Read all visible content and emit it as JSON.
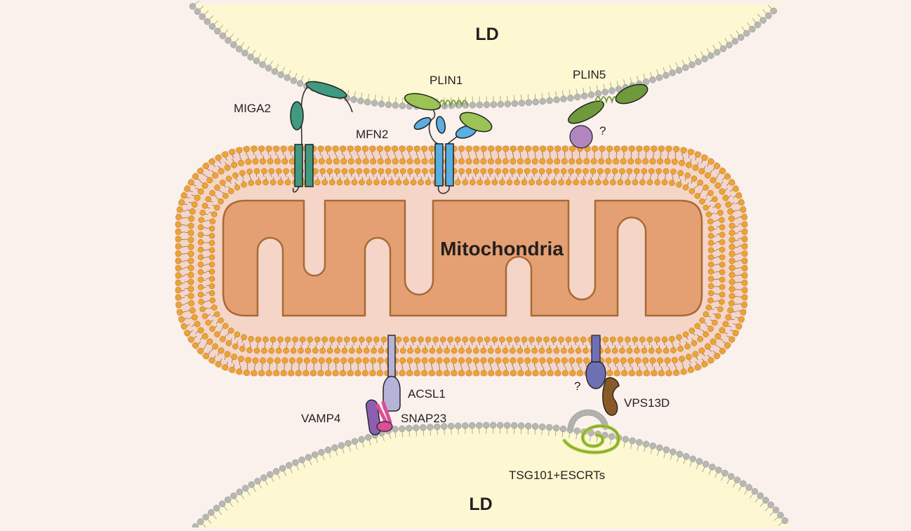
{
  "labels": {
    "ld_top": "LD",
    "ld_bottom": "LD",
    "mitochondria": "Mitochondria",
    "miga2": "MIGA2",
    "mfn2": "MFN2",
    "plin1": "PLIN1",
    "plin5": "PLIN5",
    "plin5_unknown": "?",
    "acsl1": "ACSL1",
    "vamp4": "VAMP4",
    "snap23": "SNAP23",
    "vps13d": "VPS13D",
    "vps13d_unknown": "?",
    "escrt": "TSG101+ESCRTs"
  },
  "colors": {
    "background": "#fbf1ec",
    "lipid_droplet": "#fdf7d2",
    "ld_headgroup": "#b7b7b3",
    "mito_headgroup": "#eea334",
    "intermembrane": "#f5d5c8",
    "matrix": "#e4a072",
    "matrix_outline": "#a86a35",
    "miga2": "#3f9a80",
    "mfn2": "#5aaee0",
    "plin": "#9bc454",
    "plin_dark": "#6f9a3c",
    "acsl1": "#b7b3d8",
    "vamp4": "#8b5fb0",
    "snap23": "#d94f9a",
    "vps13d": "#8a5a26",
    "blue_protein": "#6f6fb3",
    "unknown_purple": "#b185c0",
    "escrt": "#a8c93f"
  }
}
